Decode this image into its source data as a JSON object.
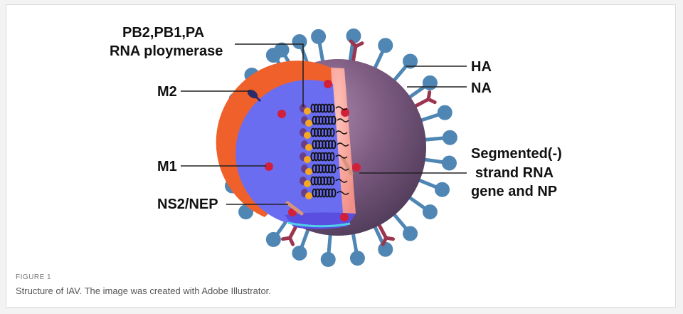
{
  "labels": {
    "polymerase_line1": "PB2,PB1,PA",
    "polymerase_line2": "RNA ploymerase",
    "m2": "M2",
    "m1": "M1",
    "ns2": "NS2/NEP",
    "ha": "HA",
    "na": "NA",
    "segmented_line1": "Segmented(-)",
    "segmented_line2": "strand RNA",
    "segmented_line3": "gene and NP"
  },
  "caption": {
    "label": "FIGURE 1",
    "text": "Structure of IAV. The image was created with Adobe Illustrator."
  },
  "colors": {
    "ha_spike": "#4f86b4",
    "na_spike": "#9b3550",
    "m1_layer": "#f0602a",
    "inner_core": "#6a6df0",
    "sphere": "#7a5a7e",
    "cut_face": "#f5a09a",
    "m2_channel": "#2b2b6b"
  }
}
